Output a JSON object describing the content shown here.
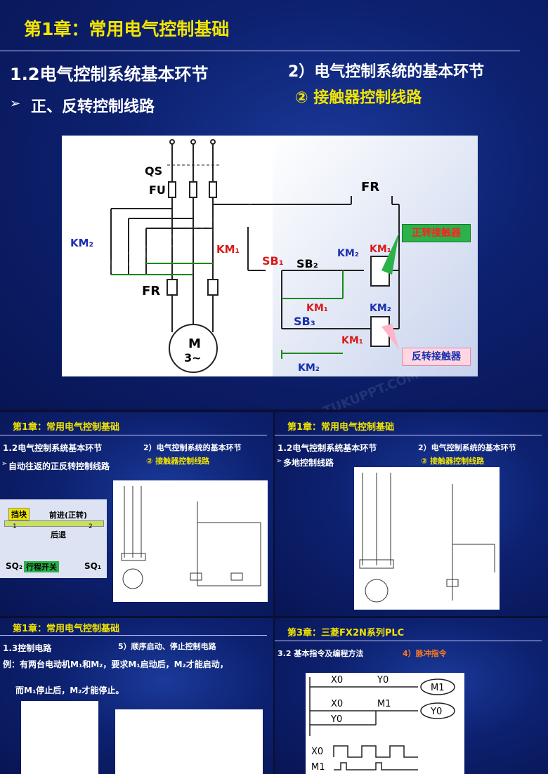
{
  "main": {
    "chapter": "第1章：常用电气控制基础",
    "section": "1.2电气控制系统基本环节",
    "bullet": "正、反转控制线路",
    "sub_heading": "2）电气控制系统的基本环节",
    "sub_item": "② 接触器控制线路",
    "diagram": {
      "qs": "QS",
      "fu": "FU",
      "fr_left": "FR",
      "fr_top": "FR",
      "km2_left": "KM₂",
      "km1_main": "KM₁",
      "motor_m": "M",
      "motor_3": "3~",
      "sb1": "SB₁",
      "sb2": "SB₂",
      "sb3": "SB₃",
      "km2_contact": "KM₂",
      "km1_coil": "KM₁",
      "km1_lock": "KM₁",
      "km2_coil": "KM₂",
      "km1_inter": "KM₁",
      "km2_bottom": "KM₂",
      "callout_forward": "正转接触器",
      "callout_reverse": "反转接触器"
    }
  },
  "thumbs": [
    {
      "chapter": "第1章：常用电气控制基础",
      "section": "1.2电气控制系统基本环节",
      "bullet": "自动往返的正反转控制线路",
      "sub_heading": "2）电气控制系统的基本环节",
      "sub_item": "② 接触器控制线路",
      "legend": {
        "block": "挡块",
        "forward": "前进(正转)",
        "backward": "后退",
        "sq2": "SQ₂",
        "sq1": "SQ₁",
        "limit": "行程开关",
        "n1": "1",
        "n2": "2"
      }
    },
    {
      "chapter": "第1章：常用电气控制基础",
      "section": "1.2电气控制系统基本环节",
      "bullet": "多地控制线路",
      "sub_heading": "2）电气控制系统的基本环节",
      "sub_item": "② 接触器控制线路"
    },
    {
      "chapter": "第1章：常用电气控制基础",
      "section": "1.3控制电路",
      "sub_heading": "5）顺序启动、停止控制电路",
      "text1": "例：有两台电动机M₁和M₂，要求M₁启动后，M₂才能启动，",
      "text2": "而M₁停止后，M₂才能停止。"
    },
    {
      "chapter": "第3章：三菱FX2N系列PLC",
      "section": "3.2 基本指令及编程方法",
      "sub_item": "4）脉冲指令",
      "ladder": {
        "x0a": "X0",
        "y0a": "Y0",
        "m1a": "M1",
        "x0b": "X0",
        "m1b": "M1",
        "y0b": "Y0",
        "y0c": "Y0",
        "t_x0": "X0",
        "t_m1": "M1"
      }
    }
  ],
  "watermark": "熊猫办公 TUKUPPT.COM"
}
